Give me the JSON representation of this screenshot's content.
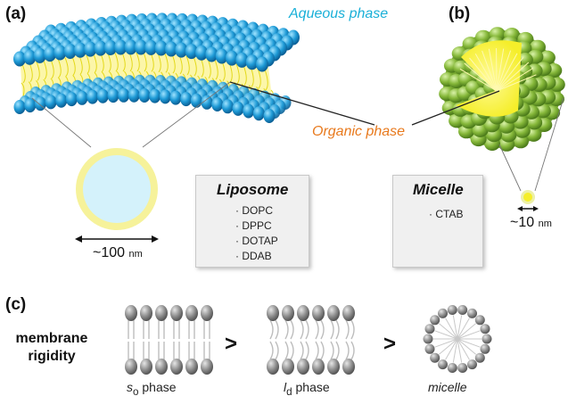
{
  "panels": {
    "a": "(a)",
    "b": "(b)",
    "c": "(c)"
  },
  "labels": {
    "aqueous_phase": "Aqueous phase",
    "organic_phase": "Organic phase",
    "scale_liposome": "~100",
    "scale_micelle": "~10",
    "scale_unit": "nm"
  },
  "liposome_box": {
    "title": "Liposome",
    "lipids": [
      "DOPC",
      "DPPC",
      "DOTAP",
      "DDAB"
    ]
  },
  "micelle_box": {
    "title": "Micelle",
    "surfactants": [
      "CTAB"
    ]
  },
  "rigidity": {
    "label_line1": "membrane",
    "label_line2": "rigidity",
    "comparator": ">",
    "phases": [
      {
        "main": "s",
        "sub": "o",
        "rest": " phase"
      },
      {
        "main": "l",
        "sub": "d",
        "rest": " phase"
      },
      {
        "main": "micelle",
        "sub": "",
        "rest": ""
      }
    ]
  },
  "colors": {
    "head_blue": "#1e9ad6",
    "tail_yellow": "#f5ee2a",
    "micelle_green": "#86b83a",
    "organic_orange": "#e87a1e",
    "head_gray": "#8c8c8c"
  }
}
